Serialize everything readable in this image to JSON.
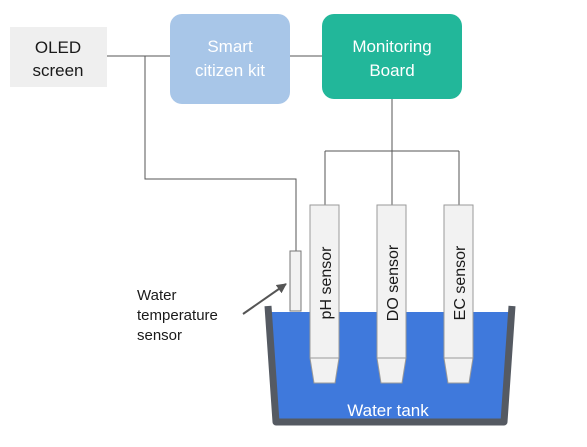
{
  "oled": {
    "line1": "OLED",
    "line2": "screen"
  },
  "smart_kit": {
    "line1": "Smart",
    "line2": "citizen kit"
  },
  "monitoring": {
    "line1": "Monitoring",
    "line2": "Board"
  },
  "sensors": {
    "ph": "pH sensor",
    "do": "DO sensor",
    "ec": "EC sensor",
    "water_temp": {
      "line1": "Water",
      "line2": "temperature",
      "line3": "sensor"
    }
  },
  "tank": {
    "label": "Water tank"
  },
  "colors": {
    "oled_fill": "#efefef",
    "smart_kit_fill": "#a8c6e8",
    "monitoring_fill": "#22b79a",
    "water": "#3f79dc",
    "tank_wall": "#555a62",
    "probe_fill": "#f2f2f2",
    "probe_stroke": "#9a9a9a",
    "wire": "#555555"
  }
}
